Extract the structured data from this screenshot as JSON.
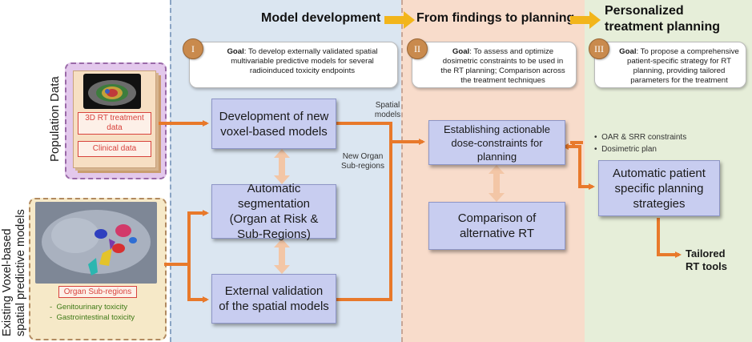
{
  "headers": {
    "model_development": "Model development",
    "findings_to_planning": "From findings to planning",
    "personalized": "Personalized\ntreatment planning"
  },
  "goals": [
    {
      "numeral": "I",
      "goal_word": "Goal",
      "text": ": To develop externally validated spatial multivariable predictive models for several radioinduced toxicity endpoints"
    },
    {
      "numeral": "II",
      "goal_word": "Goal",
      "text": ": To assess and optimize dosimetric constraints to be used in the RT planning; Comparison across the treatment techniques"
    },
    {
      "numeral": "III",
      "goal_word": "Goal",
      "text": ": To propose a comprehensive patient-specific strategy  for RT planning, providing tailored parameters for the treatment"
    }
  ],
  "side_labels": {
    "population": "Population Data",
    "existing_line1": "Existing  Voxel-based",
    "existing_line2": "spatial predictive models"
  },
  "population_items": [
    "3D RT treatment data",
    "Clinical data"
  ],
  "organ_subregions": "Organ Sub-regions",
  "toxicities": [
    "Genitourinary toxicity",
    "Gastrointestinal toxicity"
  ],
  "boxes": {
    "voxel_models": "Development of new voxel-based models",
    "segmentation": "Automatic segmentation (Organ at Risk & Sub-Regions)",
    "validation": "External validation of the spatial models",
    "constraints": "Establishing actionable dose-constraints for planning",
    "comparison": "Comparison of alternative RT",
    "automatic": "Automatic patient specific planning strategies"
  },
  "labels": {
    "spatial_models": "Spatial models",
    "new_organ": "New Organ Sub-regions",
    "tailored": "Tailored RT tools"
  },
  "bullets": [
    "OAR & SRR constraints",
    "Dosimetric plan"
  ],
  "colors": {
    "arrow": "#e8792b",
    "header_arrow": "#f2b51b",
    "box_fill": "#c8cdf0"
  }
}
